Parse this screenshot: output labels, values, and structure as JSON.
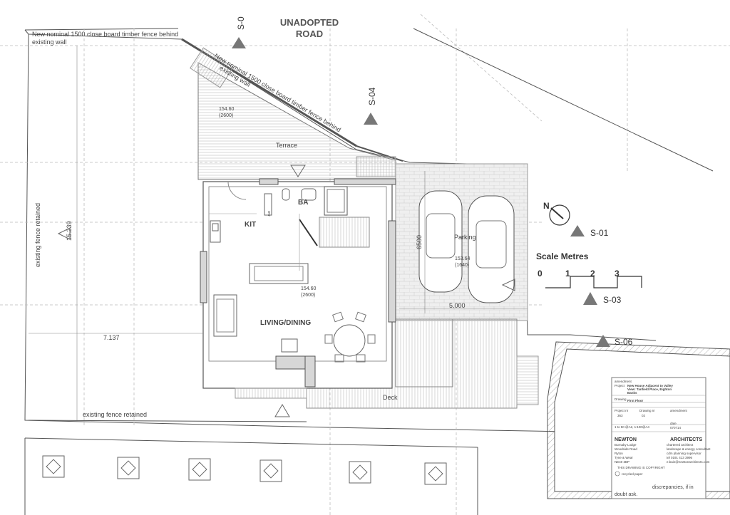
{
  "road": {
    "line1": "UNADOPTED",
    "line2": "ROAD"
  },
  "fence_notes": {
    "top": {
      "line1": "New nominal 1500 close board timber fence behind",
      "line2": "existing wall"
    },
    "diagonal": {
      "line1": "New nominal 1500 close board timber fence behind",
      "line2": "existing wall"
    }
  },
  "retained": {
    "left": "existing fence retained",
    "bottom": "existing fence retained"
  },
  "dimensions": {
    "left_height": "15.239",
    "width": "7.137",
    "parking_length": "6500",
    "parking_width": "5.000"
  },
  "levels": {
    "terrace": {
      "value": "154.60",
      "sub": "(2600)"
    },
    "living": {
      "value": "154.60",
      "sub": "(2600)"
    },
    "parking": {
      "value": "153.64",
      "sub": "(1640)"
    }
  },
  "rooms": {
    "terrace": "Terrace",
    "kitchen": "KIT",
    "bath": "BA",
    "living": "LIVING/DINING",
    "parking": "Parking",
    "deck": "Deck",
    "dw": "DW"
  },
  "sections": {
    "s01": "S-01",
    "s03": "S-03",
    "s04": "S-04",
    "s06": "S-06",
    "s0x": "S-0"
  },
  "north": "N",
  "scale": {
    "title": "Scale Metres",
    "ticks": [
      "0",
      "1",
      "2",
      "3"
    ]
  },
  "title_block": {
    "amendment_heading": "amendment",
    "project_label": "Project",
    "project_lines": [
      "New House Adjacent to Valley",
      "View: Tanfield Place, Eighton",
      "Banks"
    ],
    "drawing_label": "Drawing",
    "drawing_value": "First Floor",
    "project_nr_label": "Project nr",
    "project_nr_value": "363",
    "drawing_nr_label": "Drawing nr",
    "drawing_nr_value": "02",
    "amendment_label": "amendment",
    "scale_value": "1 to 50 @A2, 1:100@A4",
    "date_label": "date",
    "date_value": "070714",
    "firm_left": "NEWTON",
    "firm_right": "ARCHITECTS",
    "address": [
      "Burnaby Lodge",
      "Woodside Road",
      "Ryton",
      "Tyne & Wear",
      "NE40 3BP"
    ],
    "services": [
      "chartered architect",
      "landscape & energy consultant",
      "cdm planning supervisor",
      "tel 0191 413 3996",
      "e.bain@newtonarchitects.com"
    ],
    "copyright": "THIS DRAWING IS COPYRIGHT",
    "recycled": "recycled paper",
    "discrepancies": [
      "discrepancies, if in",
      "doubt ask."
    ]
  }
}
